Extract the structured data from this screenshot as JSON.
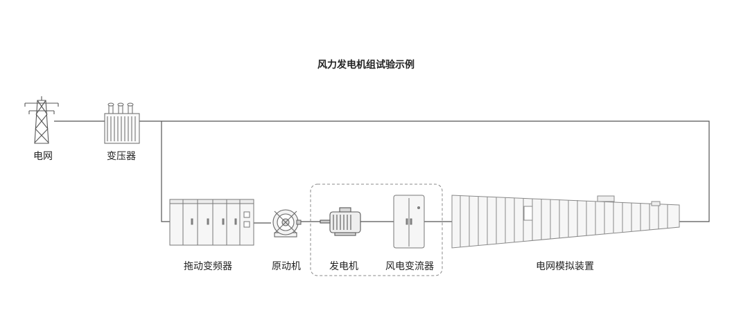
{
  "title": "风力发电机组试验示例",
  "labels": {
    "grid": "电网",
    "transformer": "变压器",
    "drive_inverter": "拖动变频器",
    "prime_mover": "原动机",
    "generator": "发电机",
    "wind_converter": "风电变流器",
    "grid_simulator": "电网模拟装置"
  }
}
